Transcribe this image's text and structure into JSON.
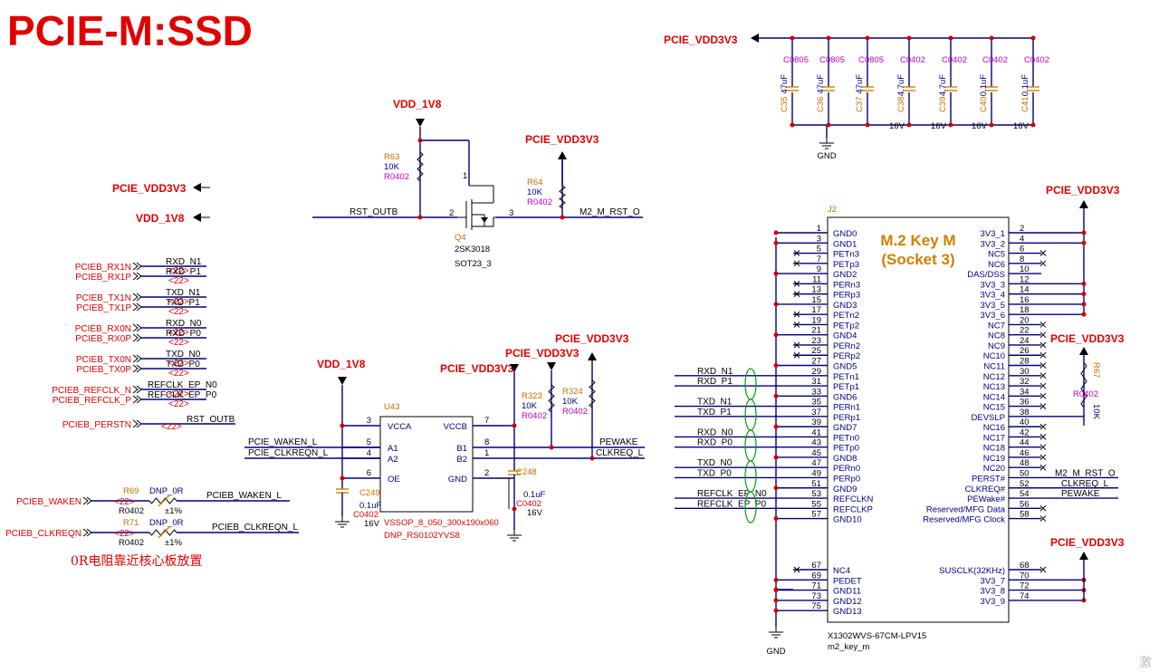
{
  "title": "PCIE-M:SSD",
  "watermark": "激",
  "note": "0R电阻靠近核心板放置",
  "power": {
    "vdd3v3": "PCIE_VDD3V3",
    "vdd1v8": "VDD_1V8",
    "gnd": "GND"
  },
  "decap": {
    "caps": [
      {
        "ref": "C35",
        "pkg": "C0805",
        "val": "47uF",
        "volt": ""
      },
      {
        "ref": "C36",
        "pkg": "C0805",
        "val": "47uF",
        "volt": ""
      },
      {
        "ref": "C37",
        "pkg": "C0805",
        "val": "47uF",
        "volt": ""
      },
      {
        "ref": "C38",
        "pkg": "C0402",
        "val": "4.7uF",
        "volt": "16V"
      },
      {
        "ref": "C39",
        "pkg": "C0402",
        "val": "4.7uF",
        "volt": "16V"
      },
      {
        "ref": "C40",
        "pkg": "C0402",
        "val": "0.1uF",
        "volt": "16V"
      },
      {
        "ref": "C41",
        "pkg": "C0402",
        "val": "0.1uF",
        "volt": "16V"
      }
    ]
  },
  "reset": {
    "r63": {
      "ref": "R63",
      "val": "10K",
      "pkg": "R0402"
    },
    "r64": {
      "ref": "R64",
      "val": "10K",
      "pkg": "R0402"
    },
    "q4": {
      "ref": "Q4",
      "part": "2SK3018",
      "pkg": "SOT23_3",
      "pin1": "1",
      "pin2": "2",
      "pin3": "3"
    },
    "in_net": "RST_OUTB",
    "out_net": "M2_M_RST_O"
  },
  "ports": {
    "items": [
      {
        "port": "PCIEB_RX1N",
        "net": "RXD_N1"
      },
      {
        "port": "PCIEB_RX1P",
        "net": "RXD_P1"
      },
      {
        "port": "PCIEB_TX1N",
        "net": "TXD_N1"
      },
      {
        "port": "PCIEB_TX1P",
        "net": "TXD_P1"
      },
      {
        "port": "PCIEB_RX0N",
        "net": "RXD_N0"
      },
      {
        "port": "PCIEB_RX0P",
        "net": "RXD_P0"
      },
      {
        "port": "PCIEB_TX0N",
        "net": "TXD_N0"
      },
      {
        "port": "PCIEB_TX0P",
        "net": "TXD_P0"
      },
      {
        "port": "PCIEB_REFCLK_N",
        "net": "REFCLK_EP_N0"
      },
      {
        "port": "PCIEB_REFCLK_P",
        "net": "REFCLK_EP_P0"
      }
    ],
    "perstn": {
      "port": "PCIEB_PERSTN",
      "net": "RST_OUTB"
    },
    "sheet_ref": "<22>"
  },
  "u43": {
    "ref": "U43",
    "part": "DNP_RS0102YVS8",
    "pkg": "VSSOP_8_050_300x190x060",
    "left": [
      {
        "pin": "3",
        "name": "VCCA"
      },
      {
        "pin": "5",
        "name": "A1"
      },
      {
        "pin": "4",
        "name": "A2"
      },
      {
        "pin": "6",
        "name": "OE"
      }
    ],
    "right": [
      {
        "pin": "7",
        "name": "VCCB"
      },
      {
        "pin": "8",
        "name": "B1"
      },
      {
        "pin": "1",
        "name": "B2"
      },
      {
        "pin": "2",
        "name": "GND"
      }
    ],
    "waken": "PCIE_WAKEN_L",
    "clkreq": "PCIE_CLKREQN_L",
    "pewake": "PEWAKE",
    "clkreq_l": "CLKREQ_L",
    "c249": {
      "ref": "C249",
      "val": "0.1uF",
      "pkg": "C0402",
      "volt": "16V"
    },
    "c248": {
      "ref": "C248",
      "val": "0.1uF",
      "pkg": "C0402",
      "volt": "16V"
    },
    "r323": {
      "ref": "R323",
      "val": "10K",
      "pkg": "R0402"
    },
    "r324": {
      "ref": "R324",
      "val": "10K",
      "pkg": "R0402"
    }
  },
  "series_r": {
    "r69": {
      "ref": "R69",
      "val": "DNP_0R",
      "pkg": "R0402",
      "tol": "±1%",
      "port": "PCIEB_WAKEN",
      "net": "PCIEB_WAKEN_L"
    },
    "r71": {
      "ref": "R71",
      "val": "DNP_0R",
      "pkg": "R0402",
      "tol": "±1%",
      "port": "PCIEB_CLKREQN",
      "net": "PCIEB_CLKREQN_L"
    }
  },
  "j2": {
    "ref": "J2",
    "title1": "M.2 Key M",
    "title2": "(Socket 3)",
    "part": "X1302WVS-67CM-LPV15",
    "footprint": "m2_key_m",
    "left": [
      {
        "pin": "1",
        "name": "GND0"
      },
      {
        "pin": "3",
        "name": "GND1"
      },
      {
        "pin": "5",
        "name": "PETn3"
      },
      {
        "pin": "7",
        "name": "PETp3"
      },
      {
        "pin": "9",
        "name": "GND2"
      },
      {
        "pin": "11",
        "name": "PERn3"
      },
      {
        "pin": "13",
        "name": "PERp3"
      },
      {
        "pin": "15",
        "name": "GND3"
      },
      {
        "pin": "17",
        "name": "PETn2"
      },
      {
        "pin": "19",
        "name": "PETp2"
      },
      {
        "pin": "21",
        "name": "GND4"
      },
      {
        "pin": "23",
        "name": "PERn2"
      },
      {
        "pin": "25",
        "name": "PERp2"
      },
      {
        "pin": "27",
        "name": "GND5"
      },
      {
        "pin": "29",
        "name": "PETn1"
      },
      {
        "pin": "31",
        "name": "PETp1"
      },
      {
        "pin": "33",
        "name": "GND6"
      },
      {
        "pin": "35",
        "name": "PERn1"
      },
      {
        "pin": "37",
        "name": "PERp1"
      },
      {
        "pin": "39",
        "name": "GND7"
      },
      {
        "pin": "41",
        "name": "PETn0"
      },
      {
        "pin": "43",
        "name": "PETp0"
      },
      {
        "pin": "45",
        "name": "GND8"
      },
      {
        "pin": "47",
        "name": "PERn0"
      },
      {
        "pin": "49",
        "name": "PERp0"
      },
      {
        "pin": "51",
        "name": "GND9"
      },
      {
        "pin": "53",
        "name": "REFCLKN"
      },
      {
        "pin": "55",
        "name": "REFCLKP"
      },
      {
        "pin": "57",
        "name": "GND10"
      }
    ],
    "left2": [
      {
        "pin": "67",
        "name": "NC4"
      },
      {
        "pin": "69",
        "name": "PEDET"
      },
      {
        "pin": "71",
        "name": "GND11"
      },
      {
        "pin": "73",
        "name": "GND12"
      },
      {
        "pin": "75",
        "name": "GND13"
      }
    ],
    "right": [
      {
        "pin": "2",
        "name": "3V3_1"
      },
      {
        "pin": "4",
        "name": "3V3_2"
      },
      {
        "pin": "6",
        "name": "NC5"
      },
      {
        "pin": "8",
        "name": "NC6"
      },
      {
        "pin": "10",
        "name": "DAS/DSS"
      },
      {
        "pin": "12",
        "name": "3V3_3"
      },
      {
        "pin": "14",
        "name": "3V3_4"
      },
      {
        "pin": "16",
        "name": "3V3_5"
      },
      {
        "pin": "18",
        "name": "3V3_6"
      },
      {
        "pin": "20",
        "name": "NC7"
      },
      {
        "pin": "22",
        "name": "NC8"
      },
      {
        "pin": "24",
        "name": "NC9"
      },
      {
        "pin": "26",
        "name": "NC10"
      },
      {
        "pin": "28",
        "name": "NC11"
      },
      {
        "pin": "30",
        "name": "NC12"
      },
      {
        "pin": "32",
        "name": "NC13"
      },
      {
        "pin": "34",
        "name": "NC14"
      },
      {
        "pin": "36",
        "name": "NC15"
      },
      {
        "pin": "38",
        "name": "DEVSLP"
      },
      {
        "pin": "40",
        "name": "NC16"
      },
      {
        "pin": "42",
        "name": "NC17"
      },
      {
        "pin": "44",
        "name": "NC18"
      },
      {
        "pin": "46",
        "name": "NC19"
      },
      {
        "pin": "48",
        "name": "NC20"
      },
      {
        "pin": "50",
        "name": "PERST#"
      },
      {
        "pin": "52",
        "name": "CLKREQ#"
      },
      {
        "pin": "54",
        "name": "PEWake#"
      },
      {
        "pin": "56",
        "name": "Reserved/MFG Data"
      },
      {
        "pin": "58",
        "name": "Reserved/MFG Clock"
      }
    ],
    "right2": [
      {
        "pin": "68",
        "name": "SUSCLK(32KHz)"
      },
      {
        "pin": "70",
        "name": "3V3_7"
      },
      {
        "pin": "72",
        "name": "3V3_8"
      },
      {
        "pin": "74",
        "name": "3V3_9"
      }
    ],
    "nets_left": [
      "RXD_N1",
      "RXD_P1",
      "TXD_N1",
      "TXD_P1",
      "RXD_N0",
      "RXD_P0",
      "TXD_N0",
      "TXD_P0",
      "REFCLK_EP_N0",
      "REFCLK_EP_P0"
    ],
    "nets_right": [
      "M2_M_RST_O",
      "CLKREQ_L",
      "PEWAKE"
    ],
    "r67": {
      "ref": "R67",
      "val": "10K",
      "pkg": "R0402"
    }
  }
}
